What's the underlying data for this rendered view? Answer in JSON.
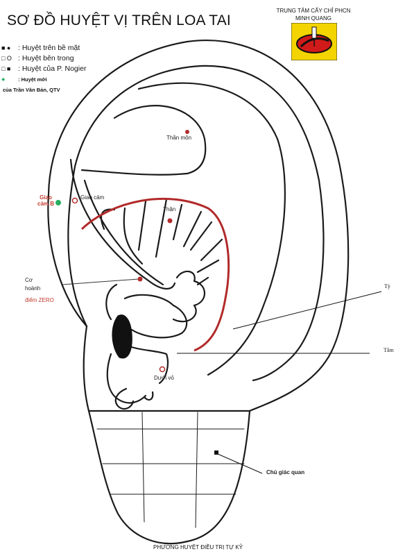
{
  "title": "SƠ ĐỒ HUYỆT VỊ TRÊN LOA TAI",
  "center": {
    "line1": "TRUNG TÂM CẤY CHỈ PHCN",
    "line2": "MINH QUANG"
  },
  "legend": [
    {
      "symbol": "■ ●",
      "label": ": Huyệt trên bề mặt"
    },
    {
      "symbol": "□ O",
      "label": ": Huyệt bên trong"
    },
    {
      "symbol": "□ ■",
      "label": ": Huyệt của P. Nogier"
    },
    {
      "symbol": "●",
      "label": ": Huyệt mới"
    }
  ],
  "legend_author": "của Trần Văn Bản, QTV",
  "labels": {
    "than_mon": "Thần môn",
    "giao_cam": "Giao cảm",
    "giao_cam_b_1": "Giao",
    "giao_cam_b_2": "cảm B",
    "than": "Thận",
    "co_hoanh_1": "Cơ",
    "co_hoanh_2": "hoành",
    "diem_zero": "điểm ZERO",
    "ty": "Tỳ",
    "tam": "Tâm",
    "duoi_vo": "Dưới vỏ",
    "chu_giac_quan": "Chủ giác quan"
  },
  "footer": "PHƯƠNG HUYỆT ĐIỀU TRỊ TỰ KỶ",
  "colors": {
    "red_line": "#b22a2a",
    "point_red": "#b22a2a",
    "point_green": "#27ae60",
    "logo_bg": "#f3d400",
    "logo_ellipse": "#d11a1a"
  }
}
